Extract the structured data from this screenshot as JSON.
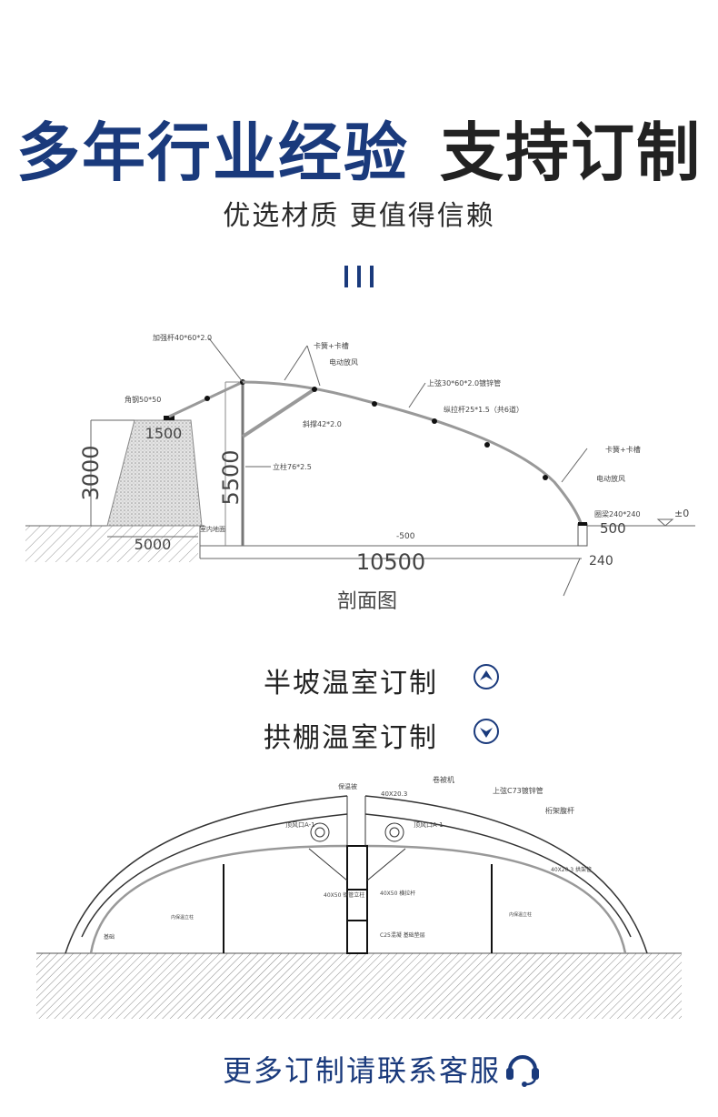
{
  "header": {
    "title_blue": "多年行业经验",
    "title_dark": "支持订制",
    "subtitle": "优选材质 更值得信赖"
  },
  "section_view": {
    "caption": "剖面图",
    "dimensions": {
      "wall_height": "3000",
      "wall_top_width": "1500",
      "wall_base_width": "5000",
      "column_height": "5500",
      "span": "10500",
      "depth_right": "500",
      "foundation_width": "240",
      "floor_level": "-500",
      "ground_level": "±0"
    },
    "labels": {
      "cross_bar": "加强杆40*60*2.0",
      "angle_steel": "角钢50*50",
      "film_top": "卡簧+卡槽",
      "motor_vent_top": "电动放风",
      "brace": "斜撑42*2.0",
      "column": "立柱76*2.5",
      "upper_chord": "上弦30*60*2.0镀锌管",
      "tie_bar": "纵拉杆25*1.5（共6道）",
      "film_bottom": "卡簧+卡槽",
      "motor_vent_bottom": "电动放风",
      "ring_beam": "圈梁240*240",
      "indoor_trench": "室内地面"
    }
  },
  "options": [
    {
      "label": "半坡温室订制",
      "icon": "chevron-up-circle-icon"
    },
    {
      "label": "拱棚温室订制",
      "icon": "chevron-down-circle-icon"
    }
  ],
  "arch_view": {
    "labels": {
      "gutter": "保温被",
      "pipe": "40X20.3",
      "roller": "卷被机",
      "truss_top": "上弦C73镀锌管",
      "truss_lattice": "桁架腹杆",
      "vent_left": "顶风口A-1",
      "vent_right": "顶风口A-1",
      "support_left": "40X50\n钢管立柱",
      "support_mid": "40X50\n横拉杆",
      "hoop": "40X20.3\n拱架管",
      "inner_column_left": "内保温立柱",
      "inner_column_right": "内保温立柱",
      "foot": "基础",
      "base": "C25混凝\n基础垫层"
    }
  },
  "footer": {
    "cta": "更多订制请联系客服",
    "icon": "headset-icon"
  },
  "colors": {
    "brand_blue": "#1a3a7c",
    "text_dark": "#222222"
  }
}
